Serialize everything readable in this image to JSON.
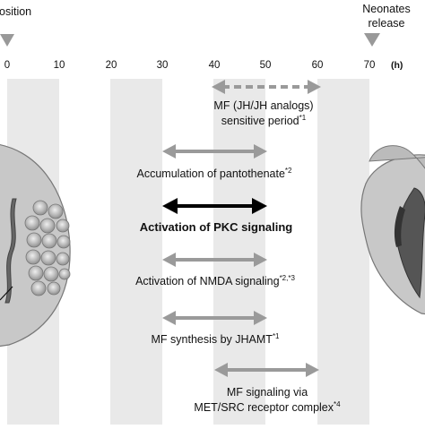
{
  "header": {
    "oviposition_label": "osition",
    "neonates_label_line1": "Neonates",
    "neonates_label_line2": "release"
  },
  "axis": {
    "unit": "(h)",
    "ticks": [
      "0",
      "10",
      "20",
      "30",
      "40",
      "50",
      "60",
      "70"
    ]
  },
  "events": [
    {
      "line1": "MF (JH/JH analogs)",
      "line2": "sensitive period",
      "sup": "*1"
    },
    {
      "line1": "Accumulation of pantothenate",
      "sup": "*2"
    },
    {
      "line1": "Activation of PKC signaling",
      "sup": ""
    },
    {
      "line1": "Activation of NMDA signaling",
      "sup": "*2,*3"
    },
    {
      "line1": "MF synthesis by JHAMT",
      "sup": "*1"
    },
    {
      "line1": "MF signaling via",
      "line2": "MET/SRC receptor complex",
      "sup": "*4"
    }
  ],
  "colors": {
    "band": "#e9e9e9",
    "arrow_gray": "#9a9a9a",
    "arrow_black": "#000000",
    "body": "#c8c8c8",
    "egg": "#b5b5b5"
  }
}
